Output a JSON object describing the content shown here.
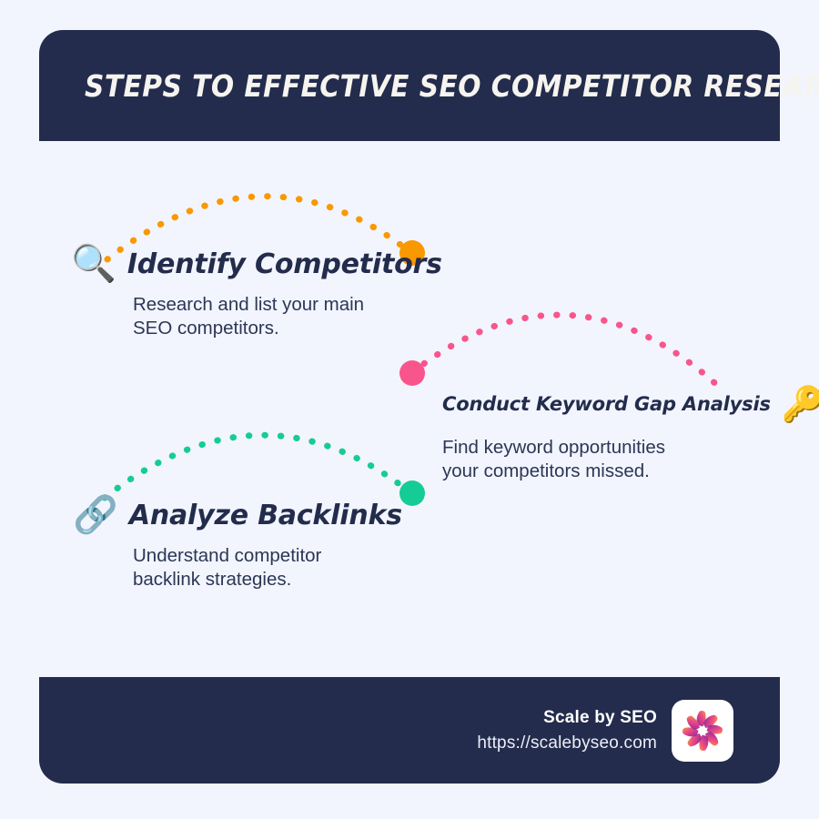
{
  "header": {
    "title": "STEPS TO EFFECTIVE SEO COMPETITOR RESEARCH"
  },
  "steps": [
    {
      "icon": "magnifying-glass",
      "icon_glyph": "🔍",
      "title": "Identify Competitors",
      "body": "Research and list your main\nSEO competitors.",
      "accent": "#fa9800"
    },
    {
      "icon": "key",
      "icon_glyph": "🔑",
      "title": "Conduct Keyword Gap Analysis",
      "body": "Find keyword opportunities\nyour competitors missed.",
      "accent": "#f9558d"
    },
    {
      "icon": "link",
      "icon_glyph": "🔗",
      "title": "Analyze Backlinks",
      "body": "Understand competitor\nbacklink strategies.",
      "accent": "#16cc96"
    }
  ],
  "footer": {
    "brand": "Scale by SEO",
    "url": "https://scalebyseo.com",
    "logo_name": "pinwheel-logo"
  },
  "colors": {
    "background": "#f2f5fd",
    "navy": "#232c4c",
    "orange": "#fa9800",
    "pink": "#f9558d",
    "teal": "#16cc96",
    "title_text": "#f6f4ef",
    "body_text": "#2c3655"
  }
}
